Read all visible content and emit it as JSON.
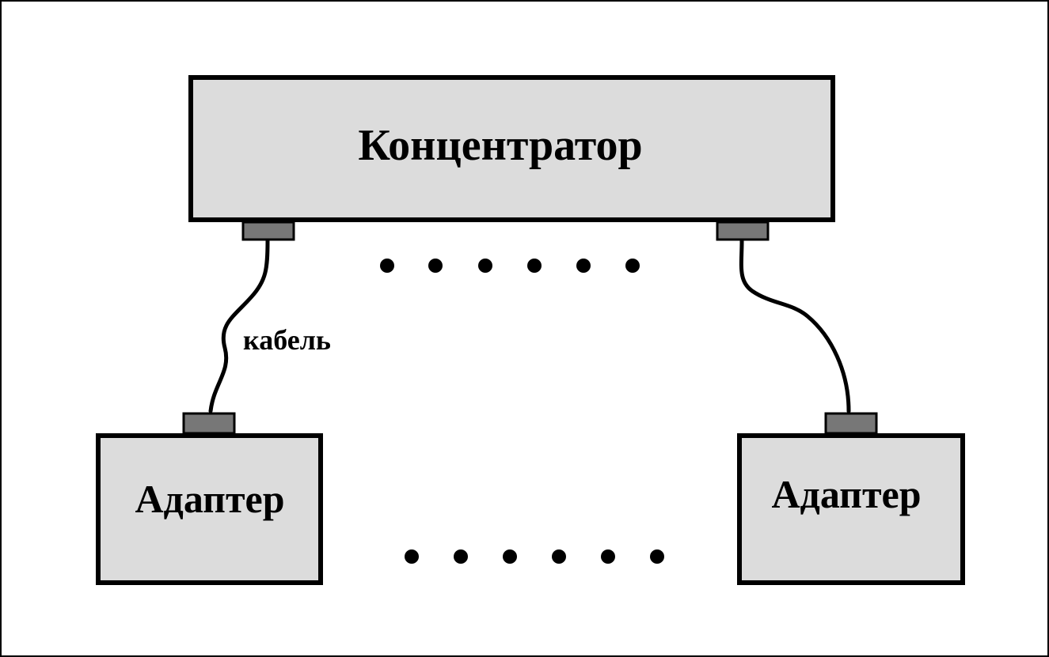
{
  "diagram": {
    "hub": {
      "label": "Концентратор"
    },
    "adapters": [
      {
        "label": "Адаптер"
      },
      {
        "label": "Адаптер"
      }
    ],
    "cable": {
      "label": "кабель"
    },
    "colors": {
      "box_fill": "#dcdcdc",
      "port_fill": "#777777",
      "stroke": "#000000",
      "background": "#ffffff"
    }
  }
}
